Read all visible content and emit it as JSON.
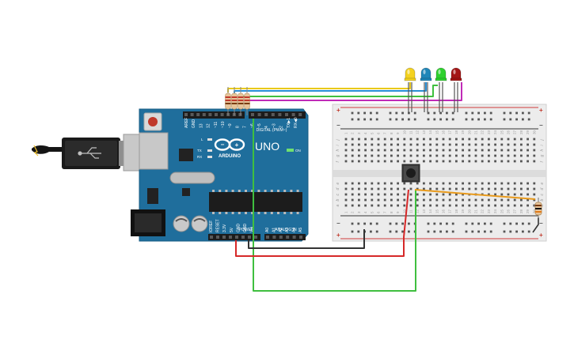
{
  "board": {
    "brand": "ARDUINO",
    "model": "UNO",
    "digital_header": "DIGITAL (PWM~)",
    "power_header": "POWER",
    "analog_header": "ANALOG IN",
    "on_label": "ON",
    "led_labels": [
      "L",
      "TX",
      "RX"
    ],
    "top_pins": [
      "AREF",
      "GND",
      "13",
      "12",
      "~11",
      "~10",
      "~9",
      "8",
      "7",
      "~6",
      "~5",
      "4",
      "~3",
      "2",
      "TX▶1",
      "RX◀0"
    ],
    "power_pins": [
      "IOREF",
      "RESET",
      "3.3V",
      "5V",
      "GND",
      "GND",
      "Vin"
    ],
    "analog_pins": [
      "A0",
      "A1",
      "A2",
      "A3",
      "A4",
      "A5"
    ]
  },
  "breadboard": {
    "columns": 30,
    "row_letters_top": [
      "j",
      "i",
      "h",
      "g",
      "f"
    ],
    "row_letters_bottom": [
      "e",
      "d",
      "c",
      "b",
      "a"
    ],
    "rail_plus": "+",
    "rail_minus": "−"
  },
  "leds": [
    {
      "color": "yellow",
      "hex": "#f4d21f"
    },
    {
      "color": "blue",
      "hex": "#1f86b8"
    },
    {
      "color": "green",
      "hex": "#2ed12e"
    },
    {
      "color": "red",
      "hex": "#a31515"
    }
  ],
  "wire_colors": {
    "yellow": "#e9c91a",
    "blue": "#2a8fd4",
    "green": "#3fbf3f",
    "magenta": "#c02bb7",
    "red": "#d62828",
    "black": "#333333",
    "orange": "#e89a1c"
  }
}
